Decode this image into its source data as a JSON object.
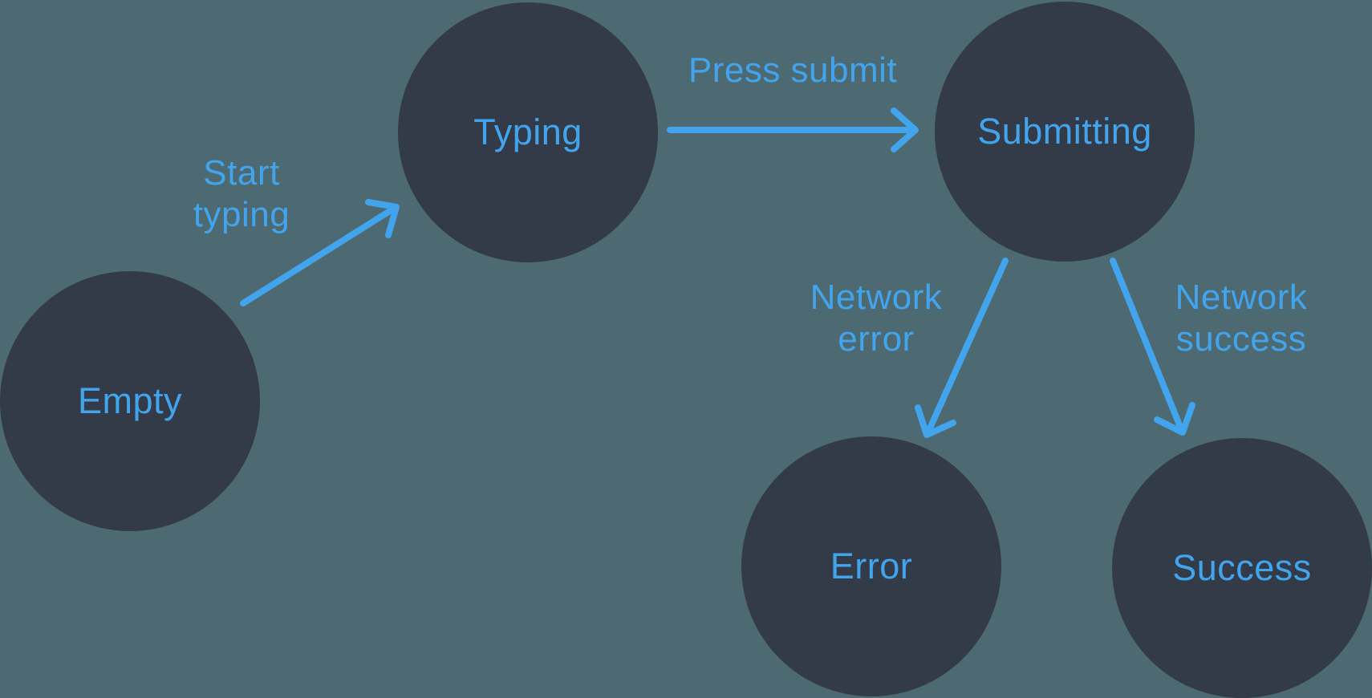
{
  "diagram": {
    "kind": "state-machine",
    "states": [
      {
        "id": "empty",
        "label": "Empty"
      },
      {
        "id": "typing",
        "label": "Typing"
      },
      {
        "id": "submitting",
        "label": "Submitting"
      },
      {
        "id": "error",
        "label": "Error"
      },
      {
        "id": "success",
        "label": "Success"
      }
    ],
    "transitions": [
      {
        "id": "start-typing",
        "label": "Start typing",
        "from": "empty",
        "to": "typing"
      },
      {
        "id": "press-submit",
        "label": "Press submit",
        "from": "typing",
        "to": "submitting"
      },
      {
        "id": "network-error",
        "label": "Network error",
        "from": "submitting",
        "to": "error"
      },
      {
        "id": "network-success",
        "label": "Network success",
        "from": "submitting",
        "to": "success"
      }
    ]
  },
  "colors": {
    "background": "#4d6971",
    "node_fill": "#333b48",
    "accent": "#42a4ec"
  }
}
